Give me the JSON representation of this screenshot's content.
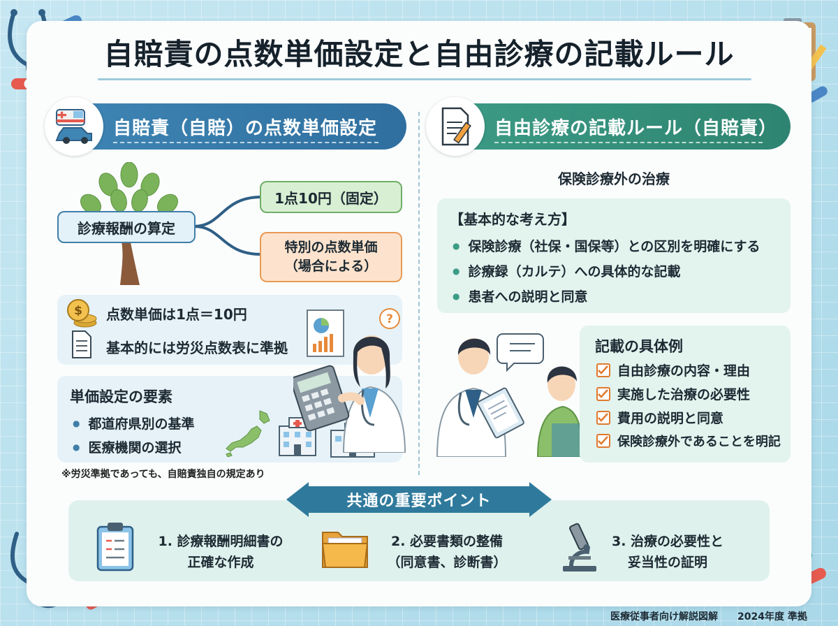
{
  "title": "自賠責の点数単価設定と自由診療の記載ルール",
  "left_section": {
    "header": "自賠責（自賠）の点数単価設定",
    "calc_label": "診療報酬の算定",
    "branch_fixed": "1点10円（固定）",
    "branch_special_line1": "特別の点数単価",
    "branch_special_line2": "（場合による）",
    "rate_line1": "点数単価は1点＝10円",
    "rate_line2": "基本的には労災点数表に準拠",
    "elements_title": "単価設定の要素",
    "elements": [
      "都道府県別の基準",
      "医療機関の選択"
    ],
    "note": "※労災準拠であっても、自賠責独自の規定あり"
  },
  "right_section": {
    "header": "自由診療の記載ルール（自賠責）",
    "subtitle": "保険診療外の治療",
    "basic_title": "【基本的な考え方】",
    "basic_items": [
      "保険診療（社保・国保等）との区別を明確にする",
      "診療録（カルテ）への具体的な記載",
      "患者への説明と同意"
    ],
    "examples_title": "記載の具体例",
    "examples": [
      "自由診療の内容・理由",
      "実施した治療の必要性",
      "費用の説明と同意",
      "保険診療外であることを明記"
    ]
  },
  "common": {
    "title": "共通の重要ポイント",
    "item1_line1": "1. 診療報酬明細書の",
    "item1_line2": "正確な作成",
    "item2_line1": "2. 必要書類の整備",
    "item2_line2": "（同意書、診断書）",
    "item3_line1": "3. 治療の必要性と",
    "item3_line2": "妥当性の証明"
  },
  "footer": {
    "left": "医療従事者向け解説図解",
    "right": "2024年度 準拠"
  },
  "colors": {
    "blue": "#2f6f9f",
    "green": "#2e8471",
    "orange": "#e79a55",
    "background": "#bfe3ee"
  }
}
